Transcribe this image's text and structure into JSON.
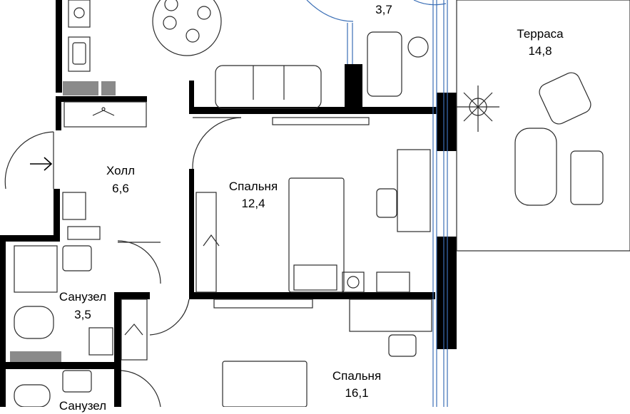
{
  "rooms": {
    "top_area": {
      "area": "3,7"
    },
    "terrace": {
      "name": "Терраса",
      "area": "14,8"
    },
    "hall": {
      "name": "Холл",
      "area": "6,6"
    },
    "bedroom1": {
      "name": "Спальня",
      "area": "12,4"
    },
    "bathroom1": {
      "name": "Санузел",
      "area": "3,5"
    },
    "bedroom2": {
      "name": "Спальня",
      "area": "16,1"
    },
    "bathroom2": {
      "name": "Санузел"
    }
  },
  "colors": {
    "wall": "#000000",
    "line": "#2b2b2b",
    "glass": "#3b6fb6",
    "shade": "#8a8a8a"
  }
}
